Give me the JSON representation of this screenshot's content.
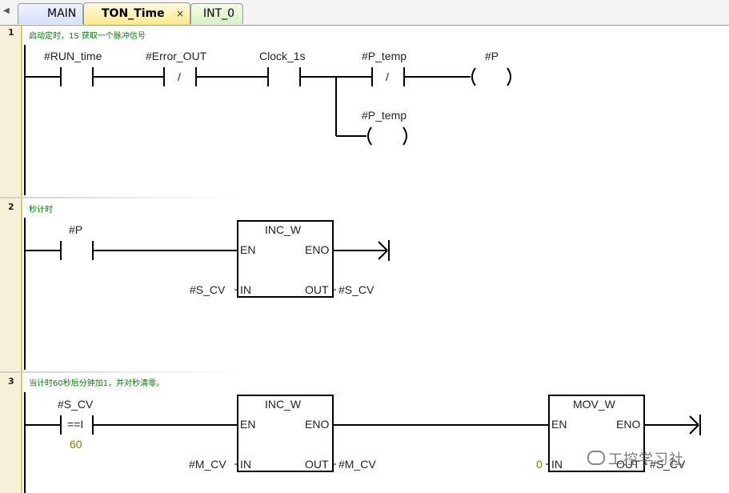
{
  "tabs": [
    {
      "label": "MAIN"
    },
    {
      "label": "TON_Time",
      "close": "×"
    },
    {
      "label": "INT_0"
    }
  ],
  "networks": [
    {
      "number": "1",
      "comment": "启动定时，1S 获取一个脉冲信号",
      "contacts": [
        "#RUN_time",
        "#Error_OUT",
        "Clock_1s",
        "#P_temp"
      ],
      "negated_marks": [
        "/",
        "/"
      ],
      "coils": [
        "#P",
        "#P_temp"
      ]
    },
    {
      "number": "2",
      "comment": "秒计时",
      "contact": "#P",
      "box": {
        "title": "INC_W",
        "en": "EN",
        "eno": "ENO",
        "in": "IN",
        "out": "OUT",
        "in_operand": "#S_CV",
        "out_operand": "#S_CV"
      }
    },
    {
      "number": "3",
      "comment": "当计时60秒后分钟加1，并对秒清零。",
      "compare": {
        "operand": "#S_CV",
        "op": "==I",
        "value": "60"
      },
      "box1": {
        "title": "INC_W",
        "en": "EN",
        "eno": "ENO",
        "in": "IN",
        "out": "OUT",
        "in_operand": "#M_CV",
        "out_operand": "#M_CV"
      },
      "box2": {
        "title": "MOV_W",
        "en": "EN",
        "eno": "ENO",
        "in": "IN",
        "out": "OUT",
        "in_operand": "0",
        "out_operand": "#S_CV"
      }
    }
  ],
  "watermark": "工控学习社",
  "colors": {
    "comment": "#008000",
    "constant": "#808000",
    "tab_active": "#ffe98a"
  }
}
